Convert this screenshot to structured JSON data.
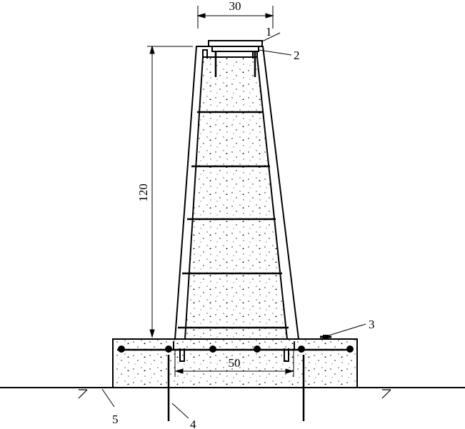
{
  "dimensions": {
    "top_width": "30",
    "height": "120",
    "bottom_width": "50"
  },
  "callouts": [
    "1",
    "2",
    "3",
    "4",
    "5"
  ],
  "colors": {
    "ink": "#000000",
    "background": "#ffffff"
  }
}
